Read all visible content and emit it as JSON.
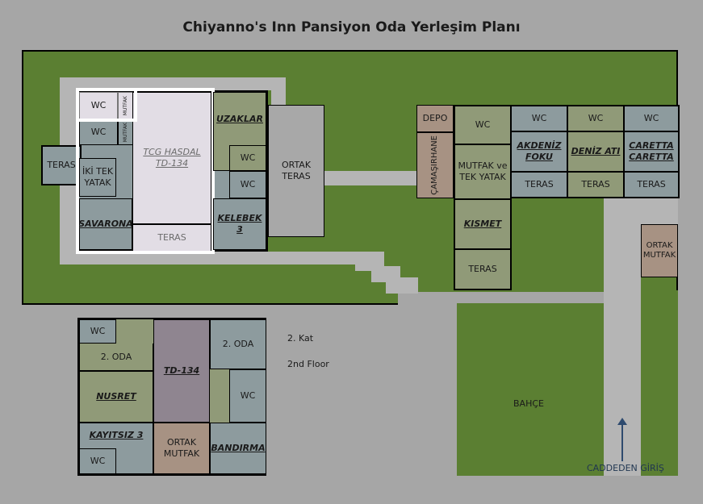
{
  "title": "Chiyanno's Inn Pansiyon Oda Yerleşim Planı",
  "ground_floor": {
    "main_block": {
      "wc_top": "WC",
      "mutfak_small": "MUTFAK",
      "mutfak_small_2": "MUTFAK",
      "wc_left": "WC",
      "teras_left": "TERAS",
      "iki_tek_yatak": "İKİ TEK YATAK",
      "tcg_hasdal": "TCG HASDAL",
      "tcg_hasdal_code": "TD-134",
      "tcg_teras": "TERAS",
      "savarona": "SAVARONA",
      "uzaklar": "UZAKLAR",
      "wc_uzaklar": "WC",
      "wc_kelebek": "WC",
      "kelebek": "KELEBEK 3",
      "ortak_teras": "ORTAK TERAS"
    },
    "right_block": {
      "depo": "DEPO",
      "camasirhane": "ÇAMAŞIRHANE",
      "wc_mutfak": "WC",
      "mutfak_tek_yatak": "MUTFAK ve TEK YATAK",
      "kismet": "KISMET",
      "kismet_teras": "TERAS",
      "wc_akdeniz": "WC",
      "akdeniz_foku": "AKDENİZ FOKU",
      "teras_akdeniz": "TERAS",
      "wc_deniz": "WC",
      "deniz_ati": "DENİZ ATI",
      "teras_deniz": "TERAS",
      "wc_caretta": "WC",
      "caretta": "CARETTA CARETTA",
      "teras_caretta": "TERAS",
      "ortak_mutfak": "ORTAK MUTFAK"
    }
  },
  "second_floor": {
    "wc_top": "WC",
    "oda2_left": "2. ODA",
    "nusret": "NUSRET",
    "kayitsiz": "KAYITSIZ 3",
    "wc_bottom": "WC",
    "td134": "TD-134",
    "ortak_mutfak": "ORTAK MUTFAK",
    "oda2_right": "2. ODA",
    "wc_right": "WC",
    "bandirma": "BANDIRMA",
    "floor_tr": "2. Kat",
    "floor_en": "2nd Floor"
  },
  "garden": {
    "bahce": "BAHÇE",
    "entrance": "CADDEDEN GİRİŞ"
  },
  "colors": {
    "background": "#a6a6a6",
    "grass": "#5b7f32",
    "path": "#b5b5b5",
    "highlight": "#ffffff"
  }
}
